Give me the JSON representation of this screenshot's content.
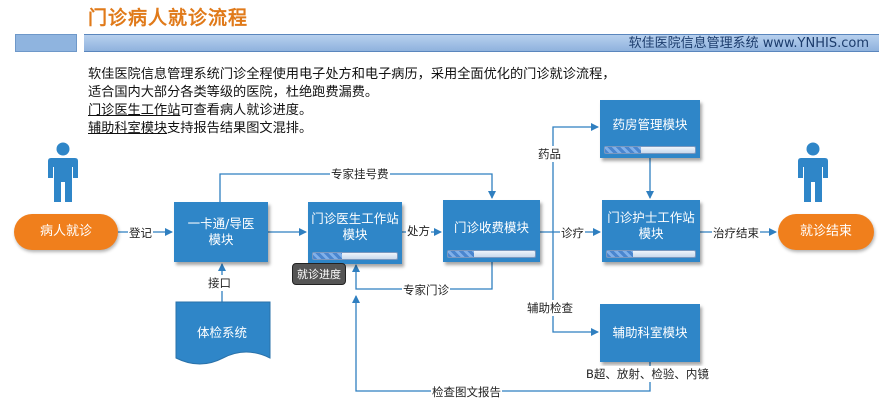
{
  "header": {
    "title": "门诊病人就诊流程",
    "band_text": "软佳医院信息管理系统 www.YNHIS.com"
  },
  "intro": {
    "line1": "软佳医院信息管理系统门诊全程使用电子处方和电子病历，采用全面优化的门诊就诊流程，",
    "line2": "适合国内大部分各类等级的医院，杜绝跑费漏费。",
    "line3_link": "门诊医生工作站",
    "line3_rest": "可查看病人就诊进度。",
    "line4_link": "辅助科室模块",
    "line4_rest": "支持报告结果图文混排。"
  },
  "nodes": {
    "start": "病人就诊",
    "card": "一卡通/导医模块",
    "doctor": "门诊医生工作站模块",
    "fee": "门诊收费模块",
    "pharmacy": "药房管理模块",
    "nurse": "门诊护士工作站模块",
    "aux": "辅助科室模块",
    "physical": "体检系统",
    "end": "就诊结束",
    "progress_badge": "就诊进度"
  },
  "edges": {
    "register": "登记",
    "prescribe": "处方",
    "treat": "诊疗",
    "finish_treat": "治疗结束",
    "expert_fee": "专家挂号费",
    "expert_clinic": "专家门诊",
    "medicine": "药品",
    "aux_check": "辅助检查",
    "interface": "接口",
    "report": "检查图文报告",
    "aux_items": "B超、放射、检验、内镜"
  },
  "colors": {
    "title": "#e07a1a",
    "box": "#2f86c8",
    "pill": "#f07f1c",
    "person": "#2f86c8",
    "line": "#2f7fc0"
  }
}
